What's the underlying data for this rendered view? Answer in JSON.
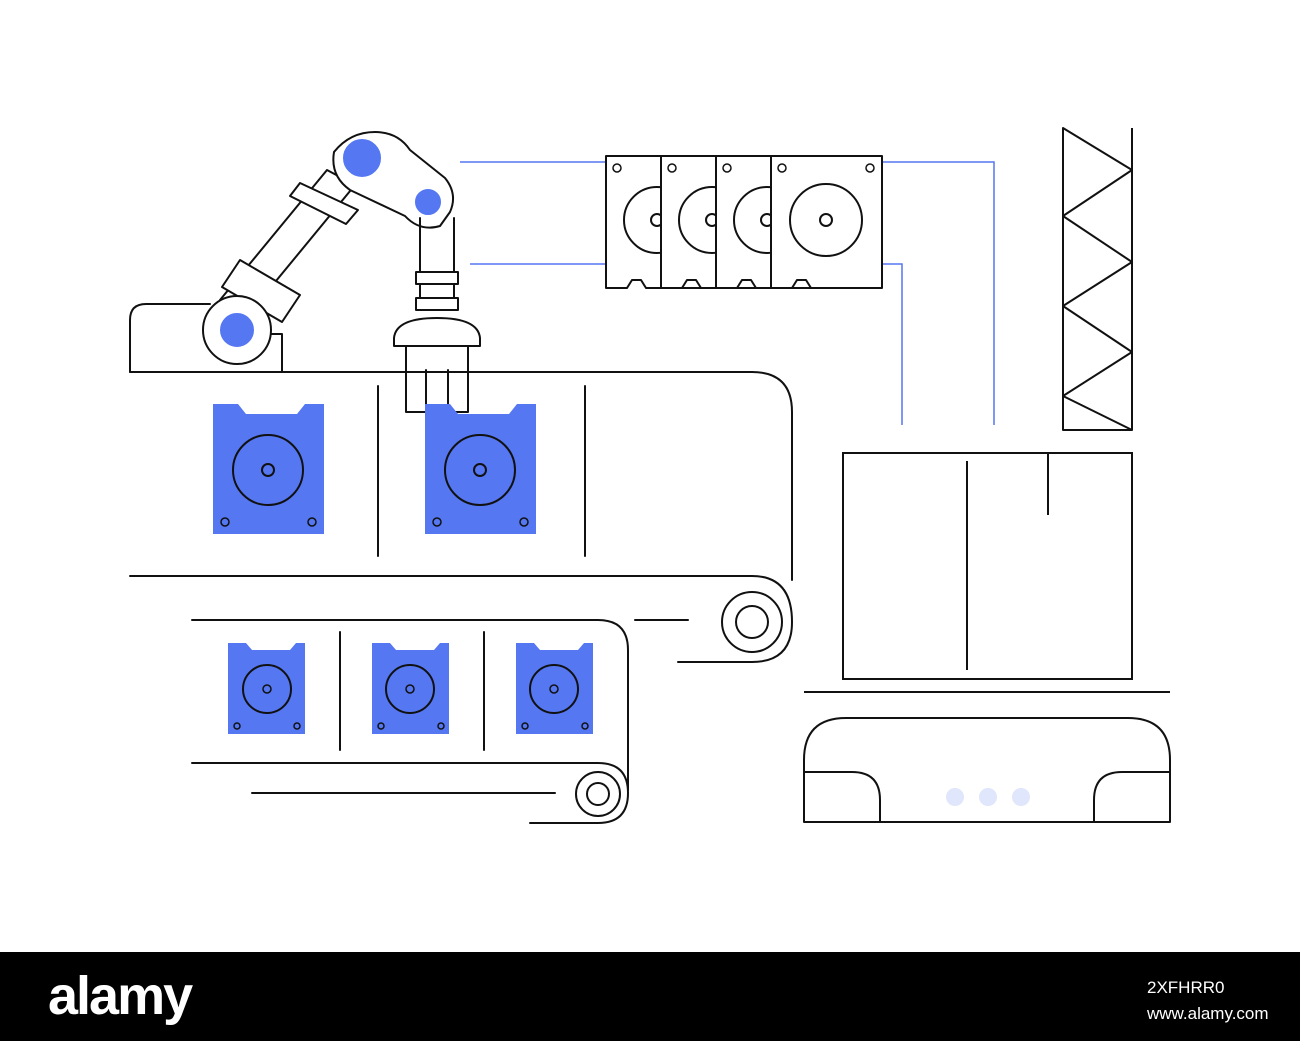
{
  "colors": {
    "background": "#ffffff",
    "stroke": "#111111",
    "accent_blue": "#5577f2",
    "dot_light": "#e0e6fb",
    "footer_bg": "#000000",
    "footer_text": "#ffffff"
  },
  "footer": {
    "logo": "alamy",
    "image_id": "2XFHRR0",
    "url": "www.alamy.com"
  }
}
